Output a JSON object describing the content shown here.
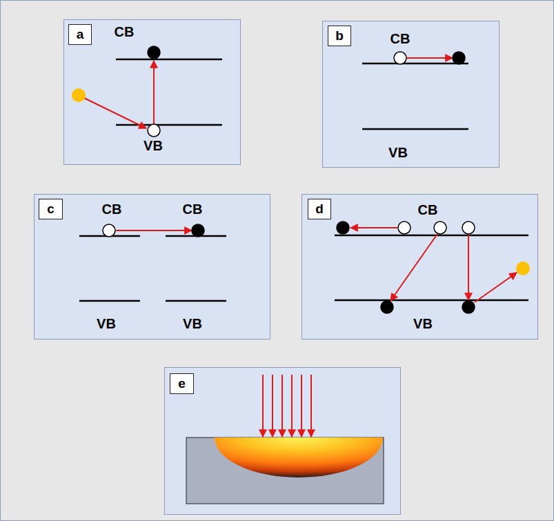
{
  "diagram": {
    "nodes": [
      {
        "text": [
          "a"
        ]
      },
      {
        "text": [
          "b"
        ]
      },
      {
        "text": [
          "c"
        ]
      },
      {
        "text": [
          "d"
        ]
      },
      {
        "text": [
          "e"
        ]
      }
    ],
    "labels": [
      "CB",
      "VB",
      "CB",
      "VB",
      "CB",
      "CB",
      "VB",
      "VB",
      "CB",
      "VB"
    ]
  }
}
